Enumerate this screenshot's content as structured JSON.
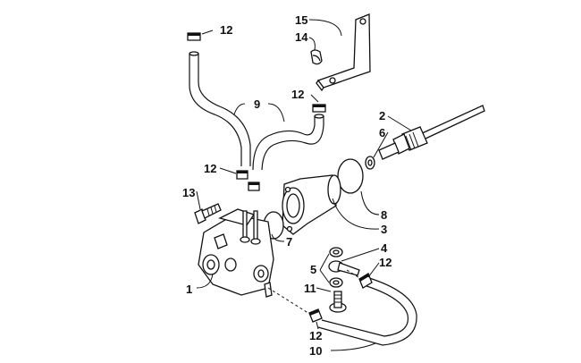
{
  "diagram": {
    "callouts": [
      {
        "id": "c12a",
        "text": "12"
      },
      {
        "id": "c15",
        "text": "15"
      },
      {
        "id": "c14",
        "text": "14"
      },
      {
        "id": "c12b",
        "text": "12"
      },
      {
        "id": "c9",
        "text": "9"
      },
      {
        "id": "c2",
        "text": "2"
      },
      {
        "id": "c6",
        "text": "6"
      },
      {
        "id": "c12c",
        "text": "12"
      },
      {
        "id": "c13",
        "text": "13"
      },
      {
        "id": "c8",
        "text": "8"
      },
      {
        "id": "c3",
        "text": "3"
      },
      {
        "id": "c7",
        "text": "7"
      },
      {
        "id": "c4",
        "text": "4"
      },
      {
        "id": "c5",
        "text": "5"
      },
      {
        "id": "c12d",
        "text": "12"
      },
      {
        "id": "c1",
        "text": "1"
      },
      {
        "id": "c11",
        "text": "11"
      },
      {
        "id": "c12e",
        "text": "12"
      },
      {
        "id": "c10",
        "text": "10"
      }
    ]
  }
}
